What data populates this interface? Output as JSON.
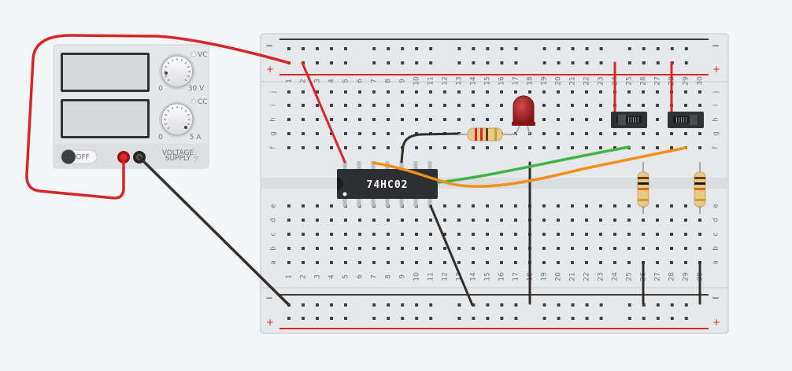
{
  "chip": {
    "label": "74HC02"
  },
  "power_supply": {
    "vc_label": "VC",
    "cc_label": "CC",
    "v_min": "0",
    "v_max": "30 V",
    "a_min": "0",
    "a_max": "5 A",
    "toggle_label": "OFF",
    "brand_line1": "VOLTAGE",
    "brand_line2": "SUPPLY"
  },
  "breadboard": {
    "columns": [
      "1",
      "2",
      "3",
      "4",
      "5",
      "6",
      "7",
      "8",
      "9",
      "10",
      "11",
      "12",
      "13",
      "14",
      "15",
      "16",
      "17",
      "18",
      "19",
      "20",
      "21",
      "22",
      "23",
      "24",
      "25",
      "26",
      "27",
      "28",
      "29",
      "30"
    ],
    "rows_top": [
      "j",
      "i",
      "h",
      "g",
      "f"
    ],
    "rows_bottom": [
      "e",
      "d",
      "c",
      "b",
      "a"
    ],
    "rail_minus": "−",
    "rail_plus": "+"
  },
  "colors": {
    "wire_red": "#d7262a",
    "wire_black": "#2f2f2f",
    "wire_green": "#3fb447",
    "wire_orange": "#f0901c",
    "rail_red": "#d7262a",
    "rail_black": "#3a3a3a",
    "board": "#e9eaec",
    "chip": "#2e2f33",
    "led": "#9b1b1b"
  }
}
